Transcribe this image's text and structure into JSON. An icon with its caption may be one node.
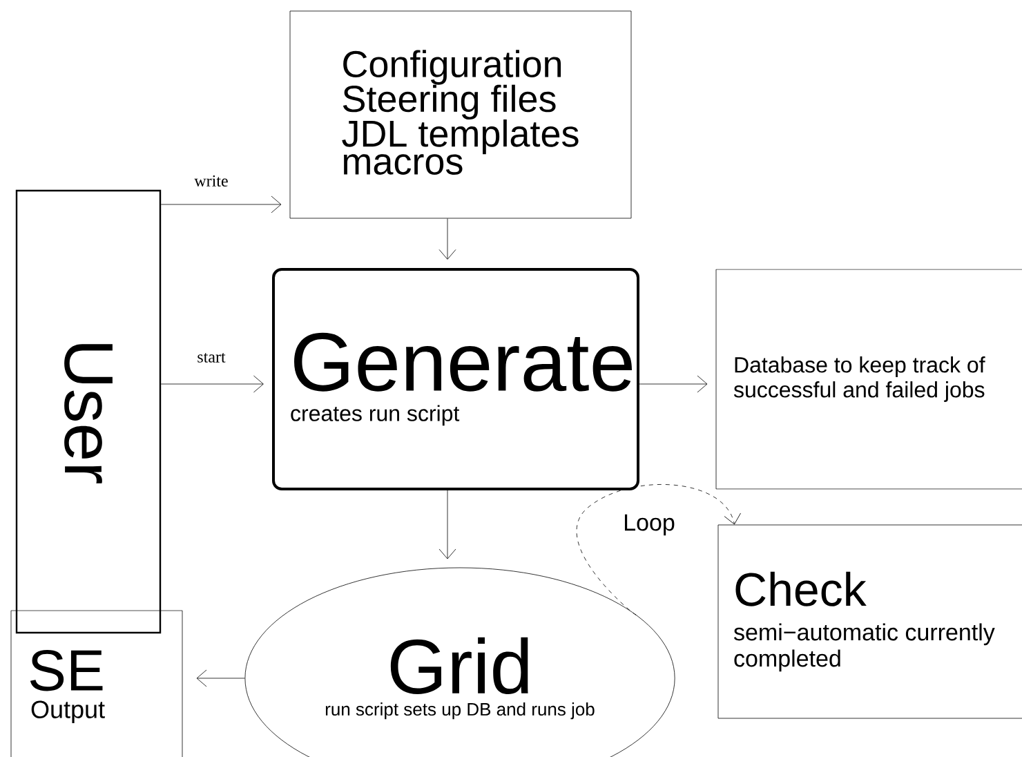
{
  "diagram": {
    "nodes": [
      {
        "text": [
          "Configuration",
          "Steering files",
          "JDL templates",
          "macros"
        ]
      },
      {
        "text": [
          "User"
        ]
      },
      {
        "text": [
          "Generate",
          "creates run script"
        ]
      },
      {
        "text": [
          "Database to keep track of successful and failed jobs"
        ]
      },
      {
        "text": [
          "Grid",
          "run script sets up DB and runs job"
        ]
      },
      {
        "text": [
          "Check",
          "semi−automatic currently completed"
        ]
      },
      {
        "text": [
          "SE",
          "Output"
        ]
      }
    ],
    "edges": [
      {
        "from": 1,
        "to": 0,
        "arrow": "to",
        "label": "write"
      },
      {
        "from": 0,
        "to": 2,
        "arrow": "to"
      },
      {
        "from": 1,
        "to": 2,
        "arrow": "to",
        "label": "start"
      },
      {
        "from": 2,
        "to": 3,
        "arrow": "to"
      },
      {
        "from": 2,
        "to": 4,
        "arrow": "to"
      },
      {
        "from": 4,
        "to": 6,
        "arrow": "to"
      },
      {
        "from": 4,
        "to": 5,
        "arrow": "to",
        "style": "dashed",
        "label": "Loop"
      }
    ]
  }
}
